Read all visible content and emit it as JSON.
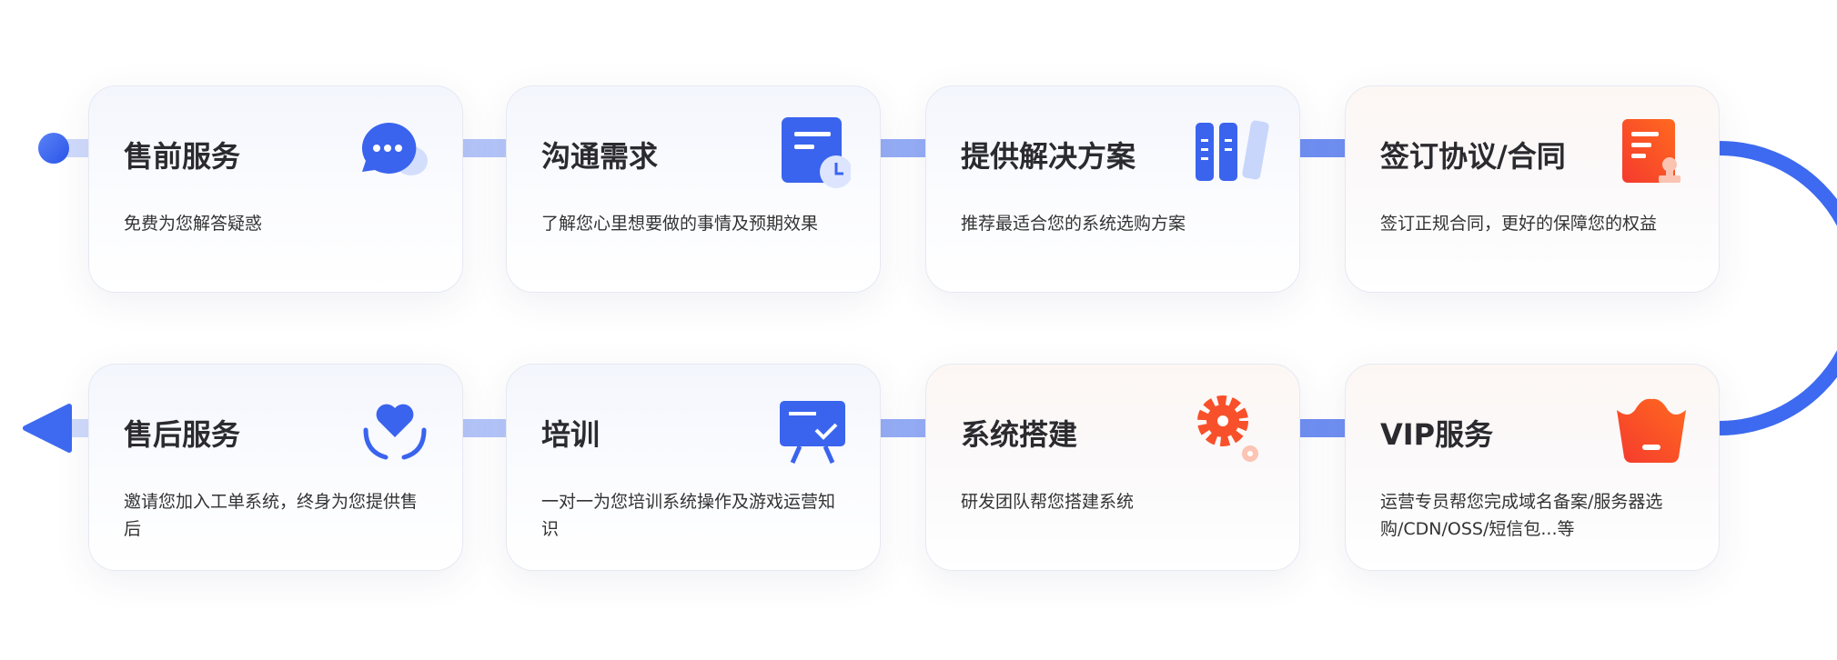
{
  "steps": [
    {
      "title": "售前服务",
      "desc": "免费为您解答疑惑",
      "icon": "chat-bubble-icon"
    },
    {
      "title": "沟通需求",
      "desc": "了解您心里想要做的事情及预期效果",
      "icon": "document-clock-icon"
    },
    {
      "title": "提供解决方案",
      "desc": "推荐最适合您的系统选购方案",
      "icon": "binders-icon"
    },
    {
      "title": "签订协议/合同",
      "desc": "签订正规合同，更好的保障您的权益",
      "icon": "contract-seal-icon"
    },
    {
      "title": "VIP服务",
      "desc": "运营专员帮您完成域名备案/服务器选购/CDN/OSS/短信包...等",
      "icon": "crown-cup-icon"
    },
    {
      "title": "系统搭建",
      "desc": "研发团队帮您搭建系统",
      "icon": "gear-icon"
    },
    {
      "title": "培训",
      "desc": "一对一为您培训系统操作及游戏运营知识",
      "icon": "presentation-board-icon"
    },
    {
      "title": "售后服务",
      "desc": "邀请您加入工单系统，终身为您提供售后",
      "icon": "heart-hands-icon"
    }
  ],
  "colors": {
    "blue": "#3d6af0",
    "orange": "#ff5a2a"
  }
}
